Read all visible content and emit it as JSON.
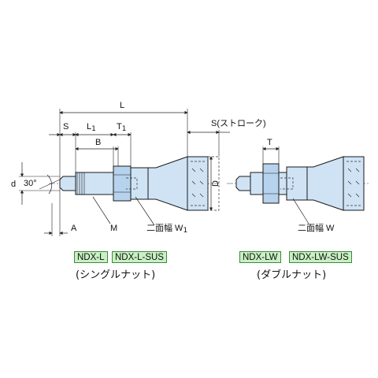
{
  "left_view": {
    "dim_L": "L",
    "dim_S": "S",
    "dim_L1": "L",
    "dim_L1_sub": "1",
    "dim_T1": "T",
    "dim_T1_sub": "1",
    "dim_B": "B",
    "dim_d": "d",
    "angle": "30°",
    "dim_A": "A",
    "dim_M": "M",
    "dim_D": "D",
    "flat_width": "二面幅 W",
    "flat_width_sub": "1",
    "stroke_label": "S(ストローク)",
    "tags": [
      "NDX-L",
      "NDX-L-SUS"
    ],
    "caption": "(シングルナット)"
  },
  "right_view": {
    "dim_T": "T",
    "flat_width": "二面幅 W",
    "tags": [
      "NDX-LW",
      "NDX-LW-SUS"
    ],
    "caption": "(ダブルナット)"
  },
  "colors": {
    "part_fill": "#cfe3f5",
    "tag_fill": "#c9f0c4",
    "tag_border": "#3d8a3a"
  }
}
